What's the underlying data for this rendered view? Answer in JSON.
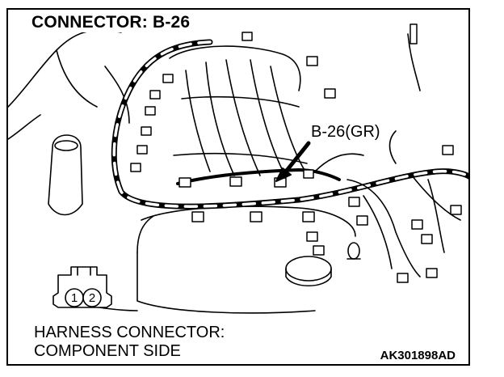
{
  "labels": {
    "title": "CONNECTOR: B-26",
    "callout": "B-26(GR)",
    "caption_line1": "HARNESS CONNECTOR:",
    "caption_line2": "COMPONENT SIDE",
    "code": "AK301898AD"
  },
  "connector": {
    "pins": [
      "1",
      "2"
    ]
  }
}
